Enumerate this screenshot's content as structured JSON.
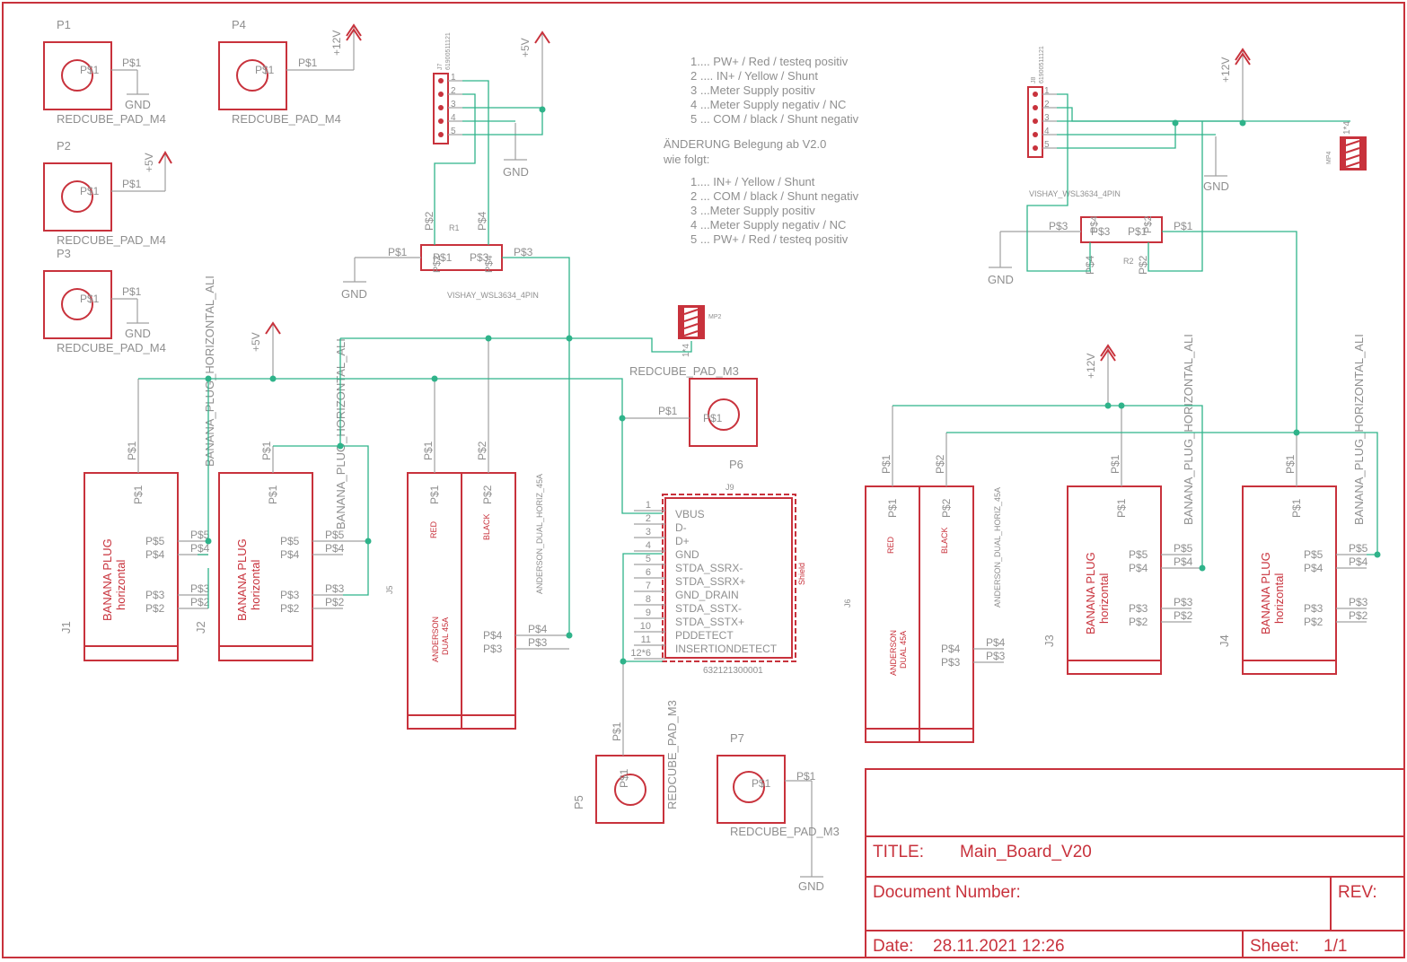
{
  "components": {
    "P1": {
      "name": "P1",
      "value": "REDCUBE_PAD_M4",
      "pin": "P$1",
      "net": "GND"
    },
    "P2": {
      "name": "P2",
      "value": "REDCUBE_PAD_M4",
      "pin": "P$1",
      "net": "+5V"
    },
    "P3": {
      "name": "P3",
      "value": "REDCUBE_PAD_M4",
      "pin": "P$1",
      "net": "GND"
    },
    "P4": {
      "name": "P4",
      "value": "REDCUBE_PAD_M4",
      "pin": "P$1",
      "net": "+12V"
    },
    "P5": {
      "name": "P5",
      "value": "REDCUBE_PAD_M3",
      "pin": "P$1"
    },
    "P6": {
      "name": "P6",
      "value": "REDCUBE_PAD_M3",
      "pin": "P$1"
    },
    "P7": {
      "name": "P7",
      "value": "REDCUBE_PAD_M3",
      "pin": "P$1",
      "net": "GND"
    },
    "J7": {
      "name": "J7",
      "value": "61900511121",
      "pins": [
        "1",
        "2",
        "3",
        "4",
        "5"
      ],
      "net_5v": "+5V",
      "net_gnd": "GND"
    },
    "J8": {
      "name": "J8",
      "value": "61900511121",
      "pins": [
        "1",
        "2",
        "3",
        "4",
        "5"
      ],
      "net_12v": "+12V",
      "net_gnd": "GND"
    },
    "R1": {
      "name": "R1",
      "value": "VISHAY_WSL3634_4PIN",
      "pins": [
        "P$1",
        "P$2",
        "P$3",
        "P$4"
      ],
      "net_gnd": "GND"
    },
    "R2": {
      "name": "R2",
      "value": "VISHAY_WSL3634_4PIN",
      "pins": [
        "P$1",
        "P$2",
        "P$3",
        "P$4"
      ],
      "net_gnd": "GND"
    },
    "MP2": {
      "name": "MP2",
      "pin": "1*4"
    },
    "MP4": {
      "name": "MP4",
      "pin": "1*4"
    },
    "J1": {
      "name": "J1",
      "value": "BANANA_PLUG_HORIZONTAL_ALI",
      "label1": "BANANA PLUG",
      "label2": "horizontal",
      "pins": [
        "P$1",
        "P$5",
        "P$4",
        "P$3",
        "P$2"
      ],
      "net": "+5V"
    },
    "J2": {
      "name": "J2",
      "value": "BANANA_PLUG_HORIZONTAL_ALI",
      "label1": "BANANA PLUG",
      "label2": "horizontal",
      "pins": [
        "P$1",
        "P$5",
        "P$4",
        "P$3",
        "P$2"
      ]
    },
    "J3": {
      "name": "J3",
      "value": "BANANA_PLUG_HORIZONTAL_ALI",
      "label1": "BANANA PLUG",
      "label2": "horizontal",
      "pins": [
        "P$1",
        "P$5",
        "P$4",
        "P$3",
        "P$2"
      ],
      "net": "+12V"
    },
    "J4": {
      "name": "J4",
      "value": "BANANA_PLUG_HORIZONTAL_ALI",
      "label1": "BANANA PLUG",
      "label2": "horizontal",
      "pins": [
        "P$1",
        "P$5",
        "P$4",
        "P$3",
        "P$2"
      ]
    },
    "J5": {
      "name": "J5",
      "value": "ANDERSON_DUAL_HORIZ_45A",
      "left": "RED",
      "right": "BLACK",
      "body1": "ANDERSON",
      "body2": "DUAL 45A",
      "pins": [
        "P$1",
        "P$2",
        "P$4",
        "P$3"
      ]
    },
    "J6": {
      "name": "J6",
      "value": "ANDERSON_DUAL_HORIZ_45A",
      "left": "RED",
      "right": "BLACK",
      "body1": "ANDERSON",
      "body2": "DUAL 45A",
      "pins": [
        "P$1",
        "P$2",
        "P$4",
        "P$3"
      ]
    },
    "J9": {
      "name": "J9",
      "value": "632121300001",
      "shield": "Shield",
      "pins": [
        {
          "num": "1",
          "label": "VBUS"
        },
        {
          "num": "2",
          "label": "D-"
        },
        {
          "num": "3",
          "label": "D+"
        },
        {
          "num": "4",
          "label": "GND"
        },
        {
          "num": "5",
          "label": "STDA_SSRX-"
        },
        {
          "num": "6",
          "label": "STDA_SSRX+"
        },
        {
          "num": "7",
          "label": "GND_DRAIN"
        },
        {
          "num": "8",
          "label": "STDA_SSTX-"
        },
        {
          "num": "9",
          "label": "STDA_SSTX+"
        },
        {
          "num": "10",
          "label": "PDDETECT"
        },
        {
          "num": "11",
          "label": "INSERTIONDETECT"
        },
        {
          "num": "12*6",
          "label": ""
        }
      ]
    }
  },
  "notes": {
    "old_assignment": [
      "1.... PW+ / Red / testeq positiv",
      "2 .... IN+ / Yellow / Shunt",
      "3 ...Meter Supply positiv",
      "4 ...Meter Supply negativ / NC",
      "5 ... COM / black / Shunt negativ"
    ],
    "change_heading": "ÄNDERUNG Belegung ab V2.0",
    "change_sub": "wie folgt:",
    "new_assignment": [
      "1.... IN+ / Yellow / Shunt",
      "2 ... COM / black / Shunt negativ",
      "3 ...Meter Supply positiv",
      "4 ...Meter Supply negativ / NC",
      "5 ... PW+ / Red / testeq positiv"
    ]
  },
  "title_block": {
    "title_label": "TITLE:",
    "title_value": "Main_Board_V20",
    "doc_label": "Document Number:",
    "rev_label": "REV:",
    "date_label": "Date:",
    "date_value": "28.11.2021 12:26",
    "sheet_label": "Sheet:",
    "sheet_value": "1/1"
  },
  "colors": {
    "symbol": "#c8323c",
    "wire": "#2fb38a",
    "text": "#8f8f8f"
  }
}
